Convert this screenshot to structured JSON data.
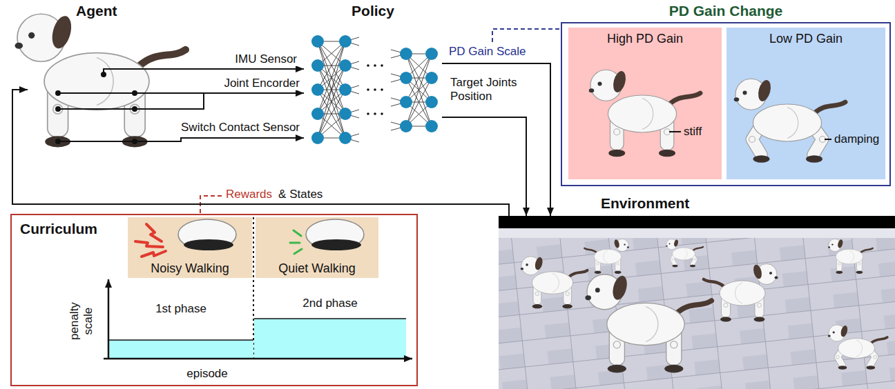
{
  "diagram": {
    "nodes": [
      {
        "text": [
          "Agent"
        ]
      },
      {
        "text": [
          "Policy"
        ]
      },
      {
        "text": [
          "PD Gain Change"
        ]
      },
      {
        "text": [
          "High PD Gain",
          "stiff"
        ],
        "in": 2
      },
      {
        "text": [
          "Low PD Gain",
          "damping"
        ],
        "in": 2
      },
      {
        "text": [
          "Curriculum"
        ]
      },
      {
        "text": [
          "Noisy Walking"
        ],
        "in": 5
      },
      {
        "text": [
          "Quiet Walking"
        ],
        "in": 5
      },
      {
        "text": [
          "Environment"
        ]
      }
    ],
    "edges": [
      {
        "from": 0,
        "to": 1,
        "label": "IMU Sensor",
        "arrow": "to"
      },
      {
        "from": 0,
        "to": 1,
        "label": "Joint Encorder",
        "arrow": "to"
      },
      {
        "from": 0,
        "to": 1,
        "label": "Switch Contact Sensor",
        "arrow": "to"
      },
      {
        "from": 1,
        "to": 8,
        "label": "PD Gain Scale",
        "arrow": "to"
      },
      {
        "from": 1,
        "to": 8,
        "label": "Target Joints Position",
        "arrow": "to"
      },
      {
        "from": 8,
        "to": 0,
        "arrow": "to"
      }
    ],
    "labels": [
      "Rewards",
      "& States",
      "1st phase",
      "2nd phase",
      "penalty scale",
      "episode"
    ]
  }
}
